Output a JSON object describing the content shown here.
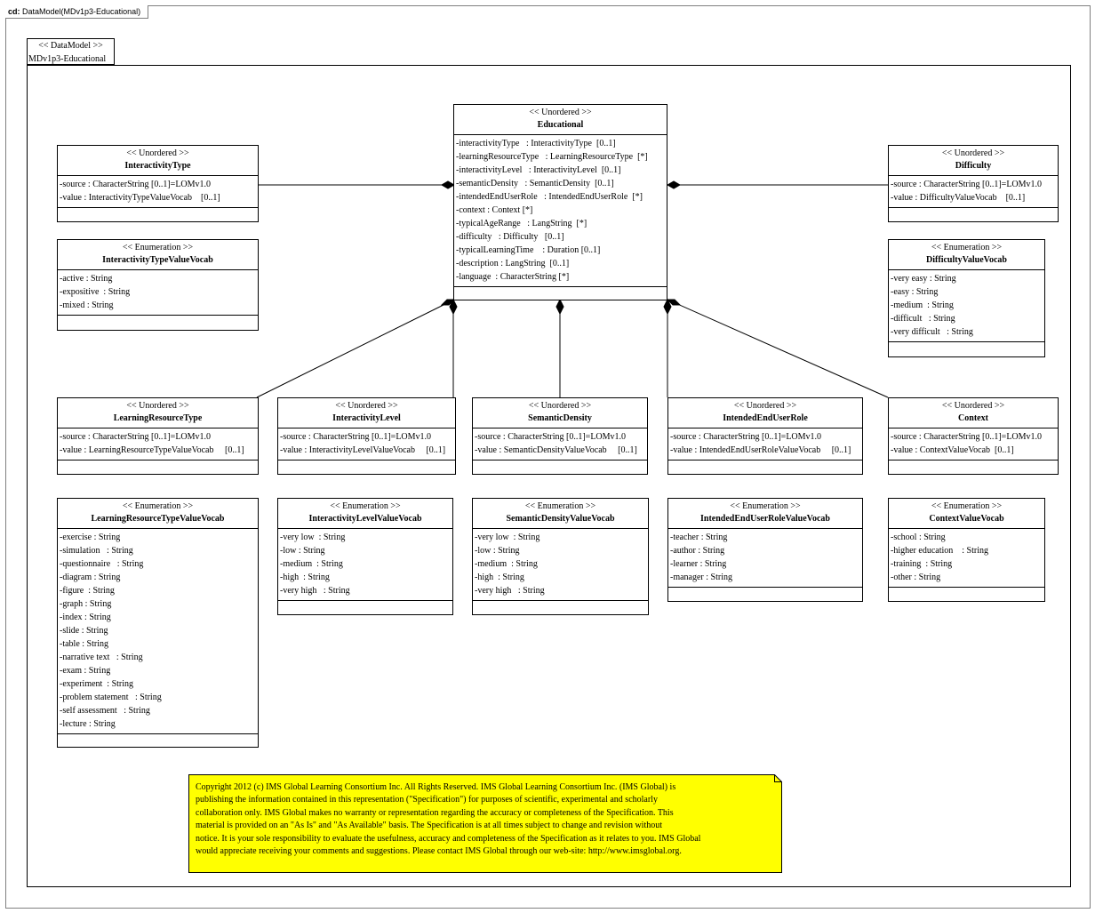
{
  "frame": {
    "kind": "cd:",
    "title": "DataModel(MDv1p3-Educational)"
  },
  "package": {
    "stereotype": "<< DataModel >>",
    "name": "MDv1p3-Educational"
  },
  "classes": {
    "educational": {
      "stereotype": "<< Unordered >>",
      "name": "Educational",
      "attributes": [
        "-interactivityType   : InteractivityType  [0..1]",
        "-learningResourceType   : LearningResourceType  [*]",
        "-interactivityLevel   : InteractivityLevel  [0..1]",
        "-semanticDensity   : SemanticDensity  [0..1]",
        "-intendedEndUserRole   : IntendedEndUserRole  [*]",
        "-context : Context [*]",
        "-typicalAgeRange   : LangString  [*]",
        "-difficulty   : Difficulty   [0..1]",
        "-typicalLearningTime    : Duration [0..1]",
        "-description : LangString  [0..1]",
        "-language  : CharacterString [*]"
      ]
    },
    "interactivityType": {
      "stereotype": "<< Unordered >>",
      "name": "InteractivityType",
      "attributes": [
        "-source : CharacterString [0..1]=LOMv1.0",
        "-value : InteractivityTypeValueVocab    [0..1]"
      ]
    },
    "interactivityTypeValueVocab": {
      "stereotype": "<< Enumeration   >>",
      "name": "InteractivityTypeValueVocab",
      "attributes": [
        "-active : String",
        "-expositive  : String",
        "-mixed : String"
      ]
    },
    "difficulty": {
      "stereotype": "<< Unordered >>",
      "name": "Difficulty",
      "attributes": [
        "-source : CharacterString [0..1]=LOMv1.0",
        "-value : DifficultyValueVocab    [0..1]"
      ]
    },
    "difficultyValueVocab": {
      "stereotype": "<< Enumeration   >>",
      "name": "DifficultyValueVocab",
      "attributes": [
        "-very easy : String",
        "-easy : String",
        "-medium  : String",
        "-difficult   : String",
        "-very difficult   : String"
      ]
    },
    "learningResourceType": {
      "stereotype": "<< Unordered >>",
      "name": "LearningResourceType",
      "attributes": [
        "-source : CharacterString [0..1]=LOMv1.0",
        "-value : LearningResourceTypeValueVocab     [0..1]"
      ]
    },
    "interactivityLevel": {
      "stereotype": "<< Unordered >>",
      "name": "InteractivityLevel",
      "attributes": [
        "-source : CharacterString [0..1]=LOMv1.0",
        "-value : InteractivityLevelValueVocab     [0..1]"
      ]
    },
    "semanticDensity": {
      "stereotype": "<< Unordered >>",
      "name": "SemanticDensity",
      "attributes": [
        "-source : CharacterString [0..1]=LOMv1.0",
        "-value : SemanticDensityValueVocab     [0..1]"
      ]
    },
    "intendedEndUserRole": {
      "stereotype": "<< Unordered >>",
      "name": "IntendedEndUserRole",
      "attributes": [
        "-source : CharacterString [0..1]=LOMv1.0",
        "-value : IntendedEndUserRoleValueVocab     [0..1]"
      ]
    },
    "context": {
      "stereotype": "<< Unordered >>",
      "name": "Context",
      "attributes": [
        "-source : CharacterString [0..1]=LOMv1.0",
        "-value : ContextValueVocab  [0..1]"
      ]
    },
    "learningResourceTypeValueVocab": {
      "stereotype": "<< Enumeration   >>",
      "name": "LearningResourceTypeValueVocab",
      "attributes": [
        "-exercise : String",
        "-simulation   : String",
        "-questionnaire   : String",
        "-diagram : String",
        "-figure  : String",
        "-graph : String",
        "-index : String",
        "-slide : String",
        "-table : String",
        "-narrative text   : String",
        "-exam : String",
        "-experiment  : String",
        "-problem statement   : String",
        "-self assessment   : String",
        "-lecture : String"
      ]
    },
    "interactivityLevelValueVocab": {
      "stereotype": "<< Enumeration   >>",
      "name": "InteractivityLevelValueVocab",
      "attributes": [
        "-very low  : String",
        "-low : String",
        "-medium  : String",
        "-high  : String",
        "-very high   : String"
      ]
    },
    "semanticDensityValueVocab": {
      "stereotype": "<< Enumeration   >>",
      "name": "SemanticDensityValueVocab",
      "attributes": [
        "-very low  : String",
        "-low : String",
        "-medium  : String",
        "-high  : String",
        "-very high   : String"
      ]
    },
    "intendedEndUserRoleValueVocab": {
      "stereotype": "<< Enumeration   >>",
      "name": "IntendedEndUserRoleValueVocab",
      "attributes": [
        "-teacher : String",
        "-author : String",
        "-learner : String",
        "-manager : String"
      ]
    },
    "contextValueVocab": {
      "stereotype": "<< Enumeration   >>",
      "name": "ContextValueVocab",
      "attributes": [
        "-school : String",
        "-higher education    : String",
        "-training  : String",
        "-other : String"
      ]
    }
  },
  "note": {
    "lines": [
      "Copyright  2012 (c) IMS Global Learning Consortium Inc.  All Rights Reserved.  IMS Global Learning Consortium Inc. (IMS Global) is",
      "publishing the information contained in this representation (\"Specification\") for purposes of scientific, experimental and scholarly",
      "collaboration only.  IMS Global makes no warranty or representation regarding the accuracy or completeness of the Specification.  This",
      "material is provided on an \"As Is\" and \"As Available\" basis.  The Specification is at all times subject to change and revision without",
      "notice.  It is your sole responsibility to evaluate the usefulness, accuracy and completeness of the Specification as it relates to you.  IMS Global",
      "would appreciate receiving your comments and suggestions.  Please contact IMS Global through our web-site: http://www.imsglobal.org."
    ],
    "color": "#ffff00"
  },
  "colors": {
    "line": "#000000",
    "frame": "#808080",
    "note_fill": "#ffff00"
  }
}
